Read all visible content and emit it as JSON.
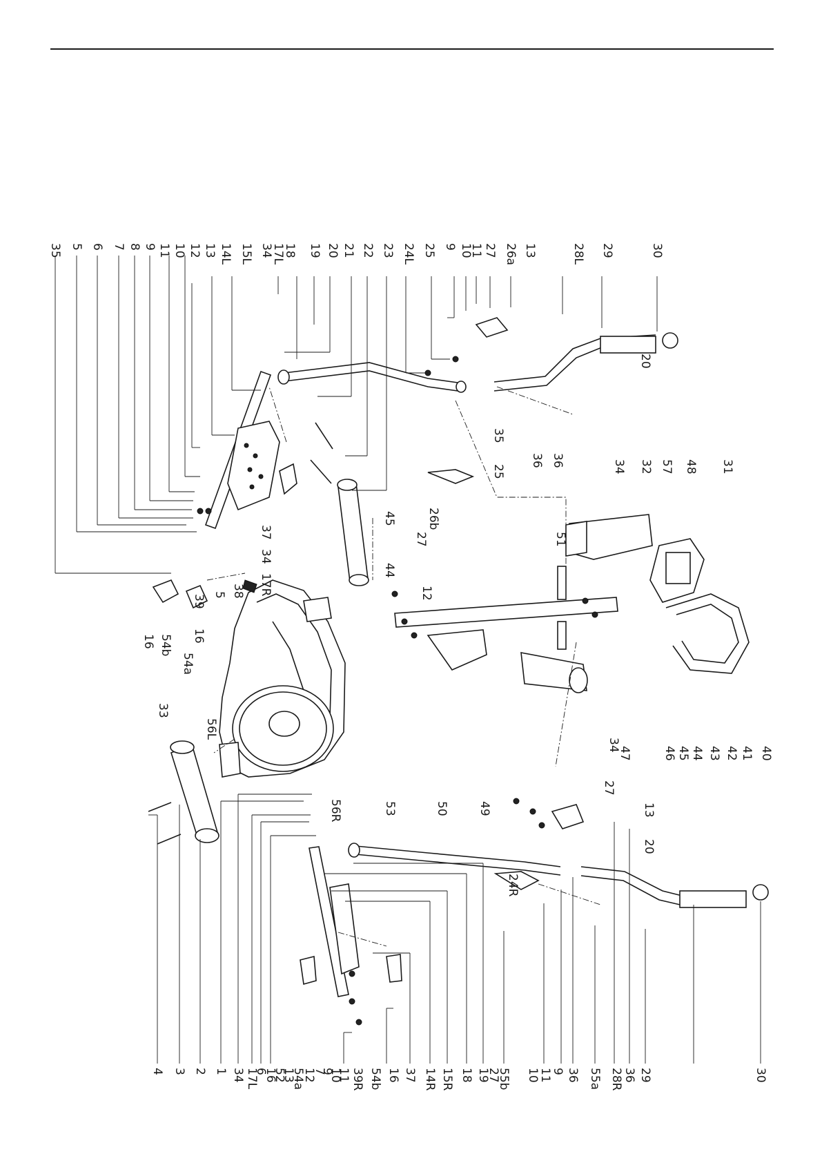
{
  "diagram": {
    "labels_top": [
      "35",
      "5",
      "6",
      "7",
      "8",
      "9",
      "11",
      "10",
      "12",
      "13",
      "14L",
      "15L",
      "34",
      "17L",
      "18",
      "19",
      "20",
      "21",
      "22",
      "23",
      "24L",
      "25",
      "9",
      "10",
      "11",
      "27",
      "26a",
      "13",
      "28L",
      "29",
      "30"
    ],
    "labels_bottom": [
      "4",
      "3",
      "2",
      "1",
      "34",
      "17L",
      "6",
      "16",
      "52",
      "13",
      "54a",
      "12",
      "7",
      "9",
      "10",
      "11",
      "39R",
      "54b",
      "16",
      "37",
      "14R",
      "15R",
      "18",
      "19",
      "27",
      "55b",
      "10",
      "11",
      "9",
      "36",
      "55a",
      "28R",
      "36",
      "29",
      "30"
    ],
    "labels_inner": [
      "36",
      "36",
      "20",
      "35",
      "25",
      "26b",
      "27",
      "45",
      "44",
      "12",
      "37",
      "34",
      "17R",
      "38",
      "5",
      "39",
      "16",
      "54b",
      "16",
      "54a",
      "33",
      "56L",
      "56R",
      "53",
      "50",
      "49",
      "51",
      "34",
      "32",
      "57",
      "48",
      "31",
      "34",
      "47",
      "46",
      "45",
      "44",
      "43",
      "42",
      "41",
      "40",
      "27",
      "13",
      "20",
      "24R"
    ]
  }
}
